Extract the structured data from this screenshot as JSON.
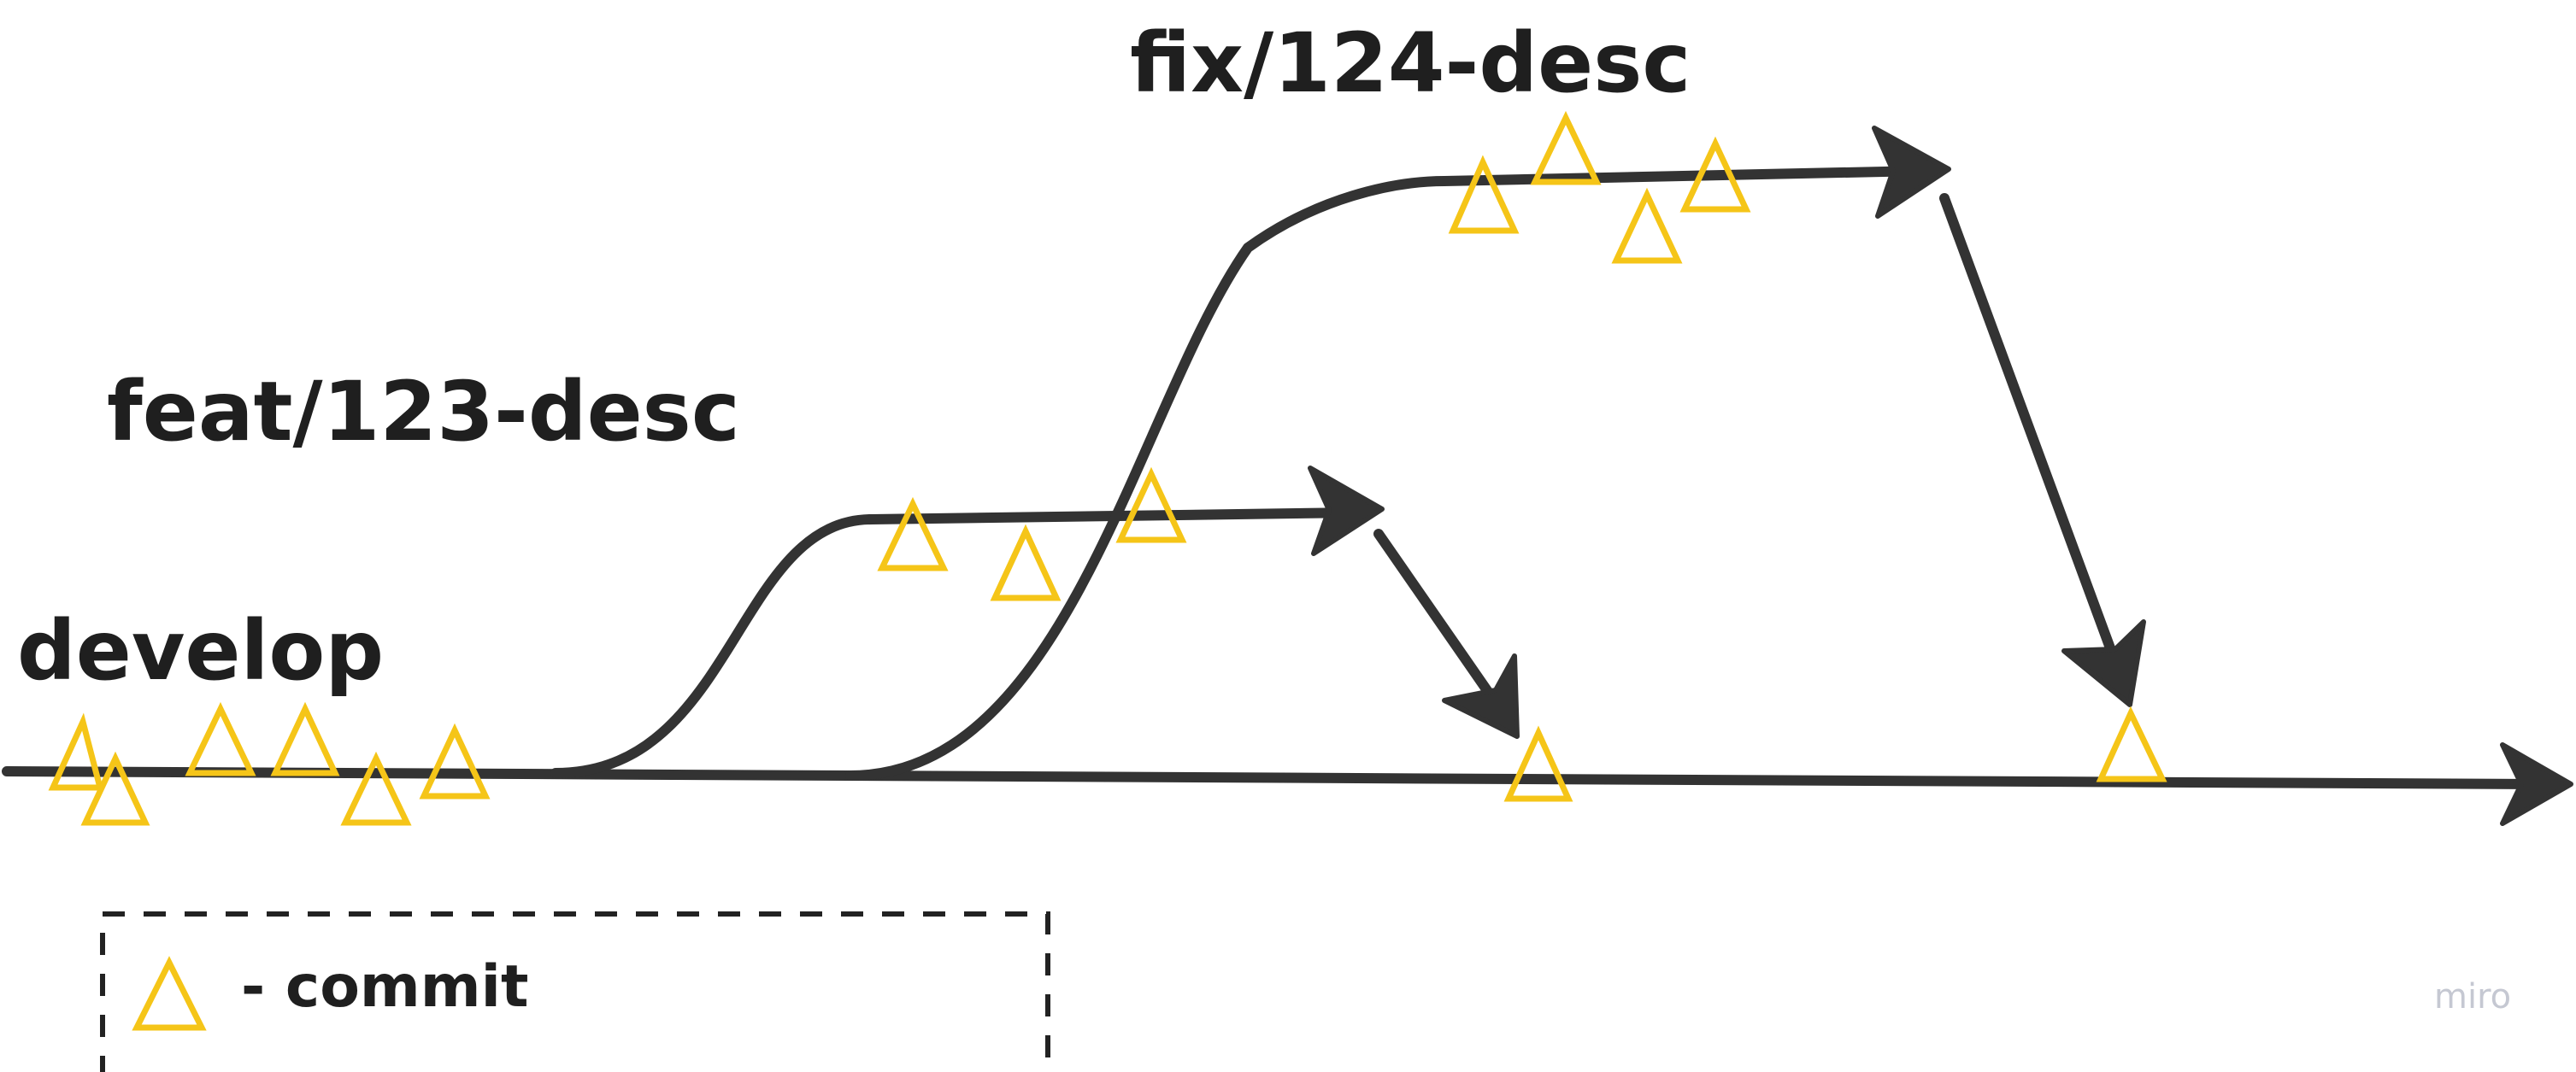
{
  "branches": {
    "develop": "develop",
    "feat": "feat/123-desc",
    "fix": "fix/124-desc"
  },
  "legend": {
    "text": "- commit",
    "icon": "commit-triangle-icon"
  },
  "watermark": "miro",
  "colors": {
    "line": "#333333",
    "commit": "#f5c518",
    "text": "#1f1f1f",
    "watermark": "#c5c8d2"
  }
}
